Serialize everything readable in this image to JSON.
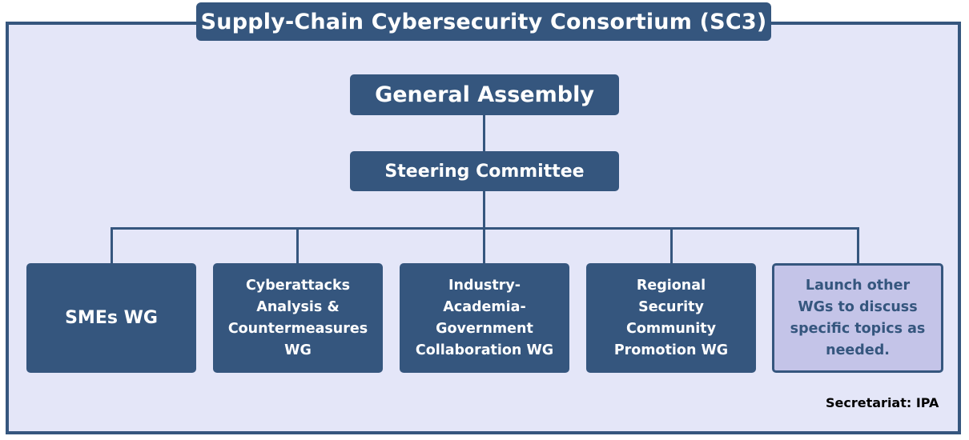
{
  "title": "Supply-Chain Cybersecurity Consortium (SC3)",
  "general_assembly": "General Assembly",
  "steering_committee": "Steering Committee",
  "working_groups": [
    {
      "label": "SMEs WG"
    },
    {
      "label": "Cyberattacks Analysis & Countermeasures WG"
    },
    {
      "label": "Industry-Academia-Government Collaboration WG"
    },
    {
      "label": "Regional Security Community Promotion WG"
    },
    {
      "label": "Launch other WGs to discuss specific topics as needed."
    }
  ],
  "secretariat": "Secretariat: IPA",
  "colors": {
    "primary": "#35567e",
    "background": "#e4e6f8",
    "highlight": "#c4c4e8"
  }
}
